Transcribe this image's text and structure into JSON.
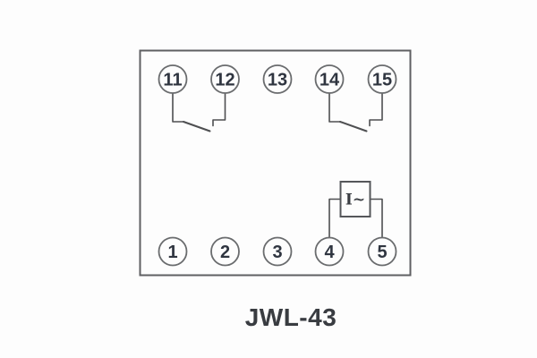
{
  "diagram": {
    "model_label": "JWL-43",
    "element_symbol": "I~",
    "terminals": {
      "top": [
        "11",
        "12",
        "13",
        "14",
        "15"
      ],
      "bottom": [
        "1",
        "2",
        "3",
        "4",
        "5"
      ]
    },
    "connections": [
      {
        "from": "11",
        "to": "12",
        "kind": "normally-open contact"
      },
      {
        "from": "14",
        "to": "15",
        "kind": "normally-open contact"
      },
      {
        "from": "4",
        "to": "5",
        "kind": "current element I~"
      }
    ],
    "colors": {
      "background": "#fdfdfd",
      "outline": "#5f6062",
      "wire": "#4e4f51",
      "terminal_stroke": "#6a6c6e",
      "digit": "#2f3540",
      "label": "#393c41"
    }
  }
}
